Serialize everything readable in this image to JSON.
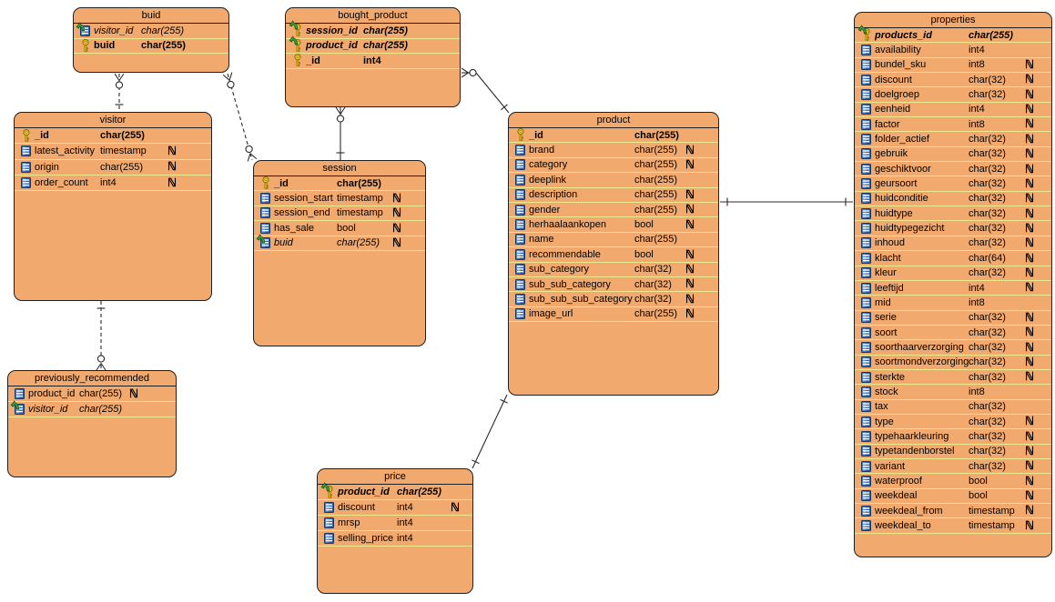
{
  "diagram": {
    "colors": {
      "table_fill": "#F2A96E",
      "row_divider": "#ECE88F",
      "border": "#1F1F1F",
      "line": "#2B2B2B",
      "pk_icon": "#F3CF1C",
      "fk_icon": "#3FA33F",
      "column_icon": "#2F62AE"
    },
    "nullable_marker": "ℕ",
    "tables": [
      {
        "id": "buid",
        "title": "buid",
        "columns": [
          {
            "name": "visitor_id",
            "type": "char(255)",
            "key": "fk",
            "nullable": false
          },
          {
            "name": "buid",
            "type": "char(255)",
            "key": "pk",
            "nullable": false
          }
        ]
      },
      {
        "id": "bought_product",
        "title": "bought_product",
        "columns": [
          {
            "name": "session_id",
            "type": "char(255)",
            "key": "pkfk",
            "nullable": false
          },
          {
            "name": "product_id",
            "type": "char(255)",
            "key": "pkfk",
            "nullable": false
          },
          {
            "name": "_id",
            "type": "int4",
            "key": "pk",
            "nullable": false
          }
        ]
      },
      {
        "id": "visitor",
        "title": "visitor",
        "columns": [
          {
            "name": "_id",
            "type": "char(255)",
            "key": "pk",
            "nullable": false
          },
          {
            "name": "latest_activity",
            "type": "timestamp",
            "key": "none",
            "nullable": true
          },
          {
            "name": "origin",
            "type": "char(255)",
            "key": "none",
            "nullable": true
          },
          {
            "name": "order_count",
            "type": "int4",
            "key": "none",
            "nullable": true
          }
        ]
      },
      {
        "id": "session",
        "title": "session",
        "columns": [
          {
            "name": "_id",
            "type": "char(255)",
            "key": "pk",
            "nullable": false
          },
          {
            "name": "session_start",
            "type": "timestamp",
            "key": "none",
            "nullable": true
          },
          {
            "name": "session_end",
            "type": "timestamp",
            "key": "none",
            "nullable": true
          },
          {
            "name": "has_sale",
            "type": "bool",
            "key": "none",
            "nullable": true
          },
          {
            "name": "buid",
            "type": "char(255)",
            "key": "fk",
            "nullable": true
          }
        ]
      },
      {
        "id": "previously_recommended",
        "title": "previously_recommended",
        "columns": [
          {
            "name": "product_id",
            "type": "char(255)",
            "key": "none",
            "nullable": true
          },
          {
            "name": "visitor_id",
            "type": "char(255)",
            "key": "fk",
            "nullable": false
          }
        ]
      },
      {
        "id": "price",
        "title": "price",
        "columns": [
          {
            "name": "product_id",
            "type": "char(255)",
            "key": "pkfk",
            "nullable": false
          },
          {
            "name": "discount",
            "type": "int4",
            "key": "none",
            "nullable": true
          },
          {
            "name": "mrsp",
            "type": "int4",
            "key": "none",
            "nullable": false
          },
          {
            "name": "selling_price",
            "type": "int4",
            "key": "none",
            "nullable": false
          }
        ]
      },
      {
        "id": "product",
        "title": "product",
        "columns": [
          {
            "name": "_id",
            "type": "char(255)",
            "key": "pk",
            "nullable": false
          },
          {
            "name": "brand",
            "type": "char(255)",
            "key": "none",
            "nullable": true
          },
          {
            "name": "category",
            "type": "char(255)",
            "key": "none",
            "nullable": true
          },
          {
            "name": "deeplink",
            "type": "char(255)",
            "key": "none",
            "nullable": false
          },
          {
            "name": "description",
            "type": "char(255)",
            "key": "none",
            "nullable": true
          },
          {
            "name": "gender",
            "type": "char(255)",
            "key": "none",
            "nullable": true
          },
          {
            "name": "herhaalaankopen",
            "type": "bool",
            "key": "none",
            "nullable": true
          },
          {
            "name": "name",
            "type": "char(255)",
            "key": "none",
            "nullable": false
          },
          {
            "name": "recommendable",
            "type": "bool",
            "key": "none",
            "nullable": true
          },
          {
            "name": "sub_category",
            "type": "char(32)",
            "key": "none",
            "nullable": true
          },
          {
            "name": "sub_sub_category",
            "type": "char(32)",
            "key": "none",
            "nullable": true
          },
          {
            "name": "sub_sub_sub_category",
            "type": "char(32)",
            "key": "none",
            "nullable": true
          },
          {
            "name": "image_url",
            "type": "char(255)",
            "key": "none",
            "nullable": true
          }
        ]
      },
      {
        "id": "properties",
        "title": "properties",
        "columns": [
          {
            "name": "products_id",
            "type": "char(255)",
            "key": "pkfk",
            "nullable": false
          },
          {
            "name": "availability",
            "type": "int4",
            "key": "none",
            "nullable": false
          },
          {
            "name": "bundel_sku",
            "type": "int8",
            "key": "none",
            "nullable": true
          },
          {
            "name": "discount",
            "type": "char(32)",
            "key": "none",
            "nullable": true
          },
          {
            "name": "doelgroep",
            "type": "char(32)",
            "key": "none",
            "nullable": true
          },
          {
            "name": "eenheid",
            "type": "int4",
            "key": "none",
            "nullable": true
          },
          {
            "name": "factor",
            "type": "int8",
            "key": "none",
            "nullable": true
          },
          {
            "name": "folder_actief",
            "type": "char(32)",
            "key": "none",
            "nullable": true
          },
          {
            "name": "gebruik",
            "type": "char(32)",
            "key": "none",
            "nullable": true
          },
          {
            "name": "geschiktvoor",
            "type": "char(32)",
            "key": "none",
            "nullable": true
          },
          {
            "name": "geursoort",
            "type": "char(32)",
            "key": "none",
            "nullable": true
          },
          {
            "name": "huidconditie",
            "type": "char(32)",
            "key": "none",
            "nullable": true
          },
          {
            "name": "huidtype",
            "type": "char(32)",
            "key": "none",
            "nullable": true
          },
          {
            "name": "huidtypegezicht",
            "type": "char(32)",
            "key": "none",
            "nullable": true
          },
          {
            "name": "inhoud",
            "type": "char(32)",
            "key": "none",
            "nullable": true
          },
          {
            "name": "klacht",
            "type": "char(64)",
            "key": "none",
            "nullable": true
          },
          {
            "name": "kleur",
            "type": "char(32)",
            "key": "none",
            "nullable": true
          },
          {
            "name": "leeftijd",
            "type": "int4",
            "key": "none",
            "nullable": true
          },
          {
            "name": "mid",
            "type": "int8",
            "key": "none",
            "nullable": false
          },
          {
            "name": "serie",
            "type": "char(32)",
            "key": "none",
            "nullable": true
          },
          {
            "name": "soort",
            "type": "char(32)",
            "key": "none",
            "nullable": true
          },
          {
            "name": "soorthaarverzorging",
            "type": "char(32)",
            "key": "none",
            "nullable": true
          },
          {
            "name": "soortmondverzorging",
            "type": "char(32)",
            "key": "none",
            "nullable": true
          },
          {
            "name": "sterkte",
            "type": "char(32)",
            "key": "none",
            "nullable": true
          },
          {
            "name": "stock",
            "type": "int8",
            "key": "none",
            "nullable": false
          },
          {
            "name": "tax",
            "type": "char(32)",
            "key": "none",
            "nullable": false
          },
          {
            "name": "type",
            "type": "char(32)",
            "key": "none",
            "nullable": true
          },
          {
            "name": "typehaarkleuring",
            "type": "char(32)",
            "key": "none",
            "nullable": true
          },
          {
            "name": "typetandenborstel",
            "type": "char(32)",
            "key": "none",
            "nullable": true
          },
          {
            "name": "variant",
            "type": "char(32)",
            "key": "none",
            "nullable": true
          },
          {
            "name": "waterproof",
            "type": "bool",
            "key": "none",
            "nullable": true
          },
          {
            "name": "weekdeal",
            "type": "bool",
            "key": "none",
            "nullable": true
          },
          {
            "name": "weekdeal_from",
            "type": "timestamp",
            "key": "none",
            "nullable": true
          },
          {
            "name": "weekdeal_to",
            "type": "timestamp",
            "key": "none",
            "nullable": true
          }
        ]
      }
    ],
    "relations": [
      {
        "id": "buid-visitor",
        "from": "buid",
        "to": "visitor",
        "line": "dashed",
        "from_marker": "zero-many",
        "to_marker": "one"
      },
      {
        "id": "buid-session",
        "from": "buid",
        "to": "session",
        "line": "dashed",
        "from_marker": "zero-many",
        "to_marker": "zero-many"
      },
      {
        "id": "bought_product-session",
        "from": "bought_product",
        "to": "session",
        "line": "solid",
        "from_marker": "zero-many",
        "to_marker": "one"
      },
      {
        "id": "bought_product-product",
        "from": "bought_product",
        "to": "product",
        "line": "solid",
        "from_marker": "zero-many",
        "to_marker": "one"
      },
      {
        "id": "visitor-previously_recommended",
        "from": "visitor",
        "to": "previously_recommended",
        "line": "dashed",
        "from_marker": "one",
        "to_marker": "zero-many"
      },
      {
        "id": "product-price",
        "from": "product",
        "to": "price",
        "line": "solid",
        "from_marker": "one",
        "to_marker": "one"
      },
      {
        "id": "product-properties",
        "from": "product",
        "to": "properties",
        "line": "solid",
        "from_marker": "one",
        "to_marker": "one"
      }
    ]
  }
}
